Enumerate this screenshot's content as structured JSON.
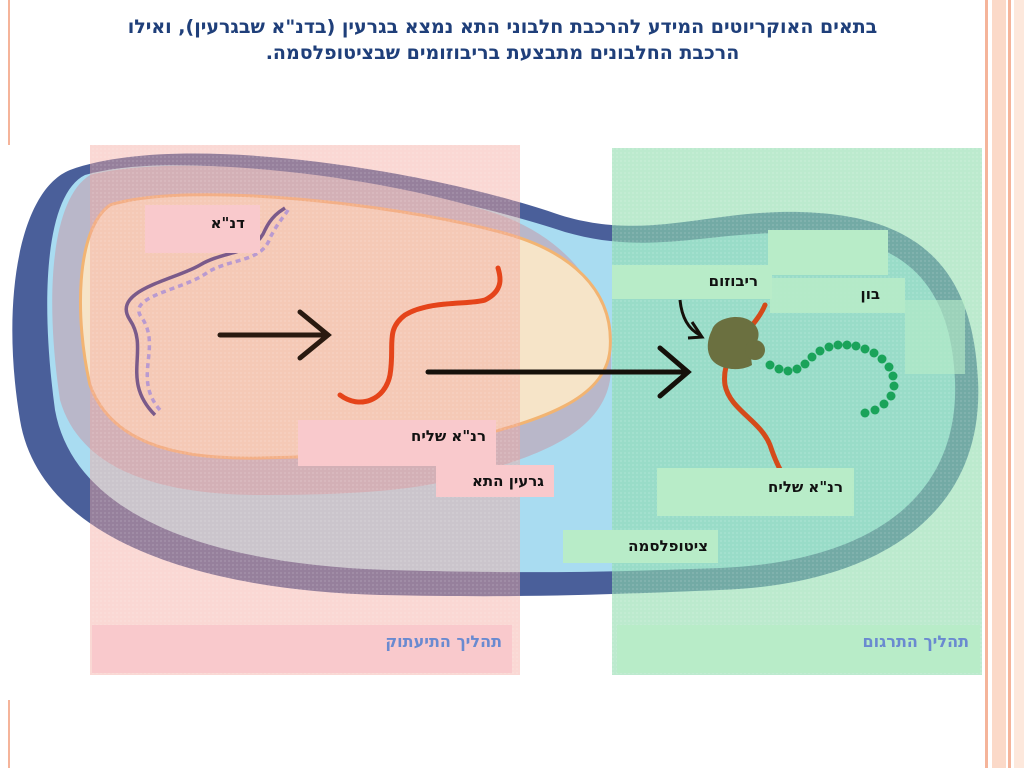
{
  "slide": {
    "title_line1": "בתאים האוקריוטים המידע להרכבת חלבוני התא נמצא בגרעין (בדנ\"א שבגרעין), ואילו",
    "title_line2": "הרכבת החלבונים מתבצעת בריבוזומים שבציטופלסמה."
  },
  "diagram": {
    "labels": {
      "dna": "דנ\"א",
      "mrna_nucleus": "רנ\"א שליח",
      "nucleus": "גרעין התא",
      "ribosome": "ריבוזום",
      "protein": "בון",
      "mrna_cytoplasm": "רנ\"א שליח",
      "cytoplasm": "ציטופלסמה"
    },
    "processes": {
      "transcription": "תהליך התיעתוק",
      "translation": "תהליך התרגום"
    }
  },
  "colors": {
    "title": "#1f3f7a",
    "stripe_orange": "#f5b49a",
    "transcription_panel": "#f4c4c0",
    "translation_panel": "#9fe0b8",
    "process_label": "#6a8ad0",
    "cell_outer": "#4a5f9a",
    "cytoplasm": "#a9dcf1",
    "nucleus_fill": "#f6e4c8",
    "nucleus_border": "#f2b472",
    "mrna": "#e5441a",
    "protein_beads": "#1aa35a",
    "ribosome": "#6b7040"
  }
}
